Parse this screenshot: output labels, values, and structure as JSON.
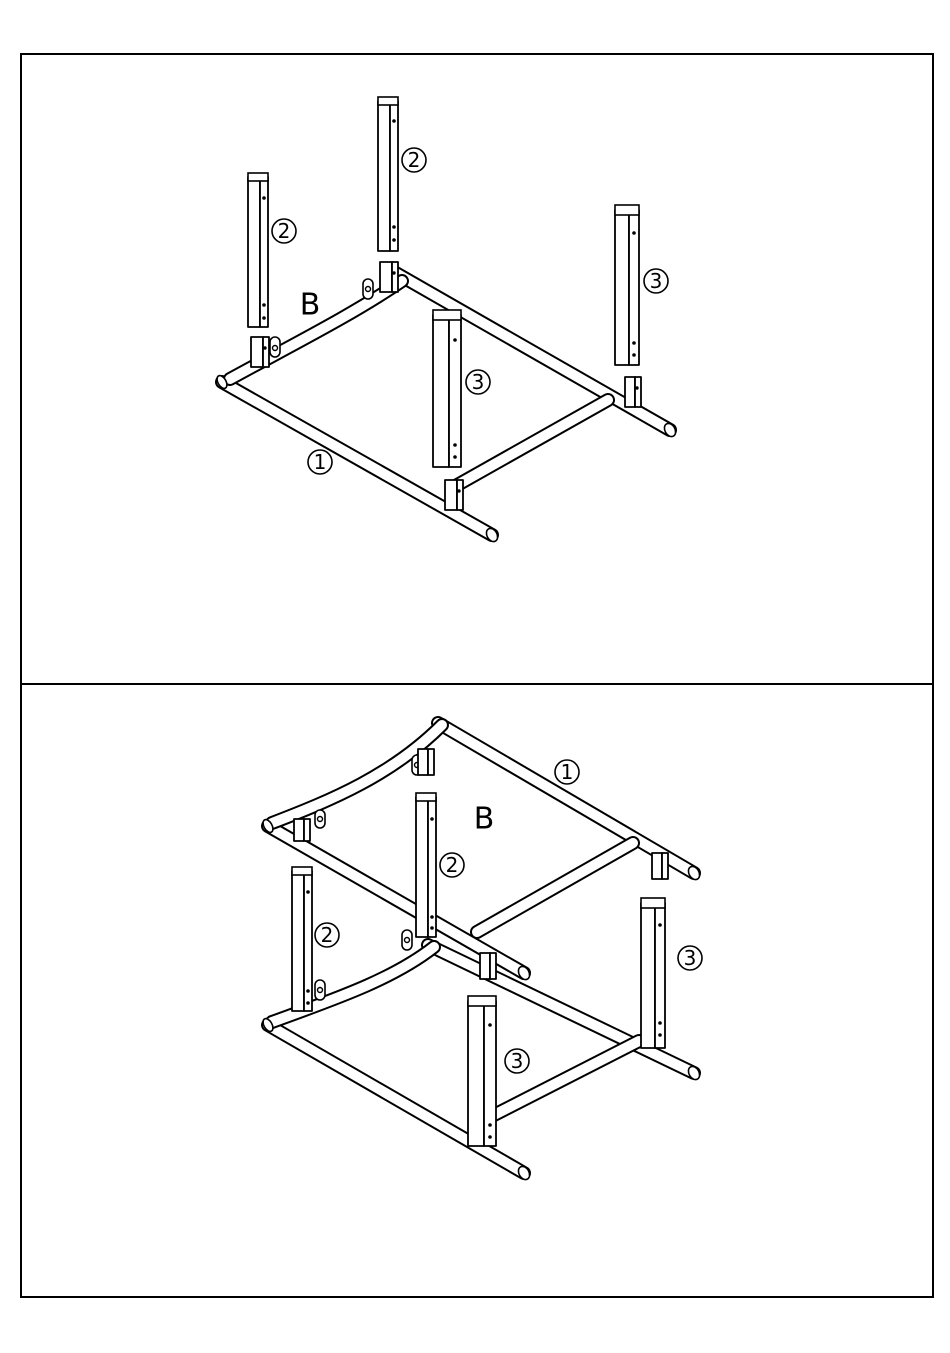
{
  "panels": [
    {
      "name": "step-top",
      "letter": "B",
      "labels": [
        {
          "text": "2",
          "part": "leg-2"
        },
        {
          "text": "2",
          "part": "leg-2"
        },
        {
          "text": "3",
          "part": "leg-3"
        },
        {
          "text": "3",
          "part": "leg-3"
        },
        {
          "text": "1",
          "part": "frame-1"
        }
      ]
    },
    {
      "name": "step-bottom",
      "letter": "B",
      "labels": [
        {
          "text": "1",
          "part": "frame-1"
        },
        {
          "text": "2",
          "part": "leg-2"
        },
        {
          "text": "2",
          "part": "leg-2"
        },
        {
          "text": "3",
          "part": "leg-3"
        },
        {
          "text": "3",
          "part": "leg-3"
        }
      ]
    }
  ]
}
